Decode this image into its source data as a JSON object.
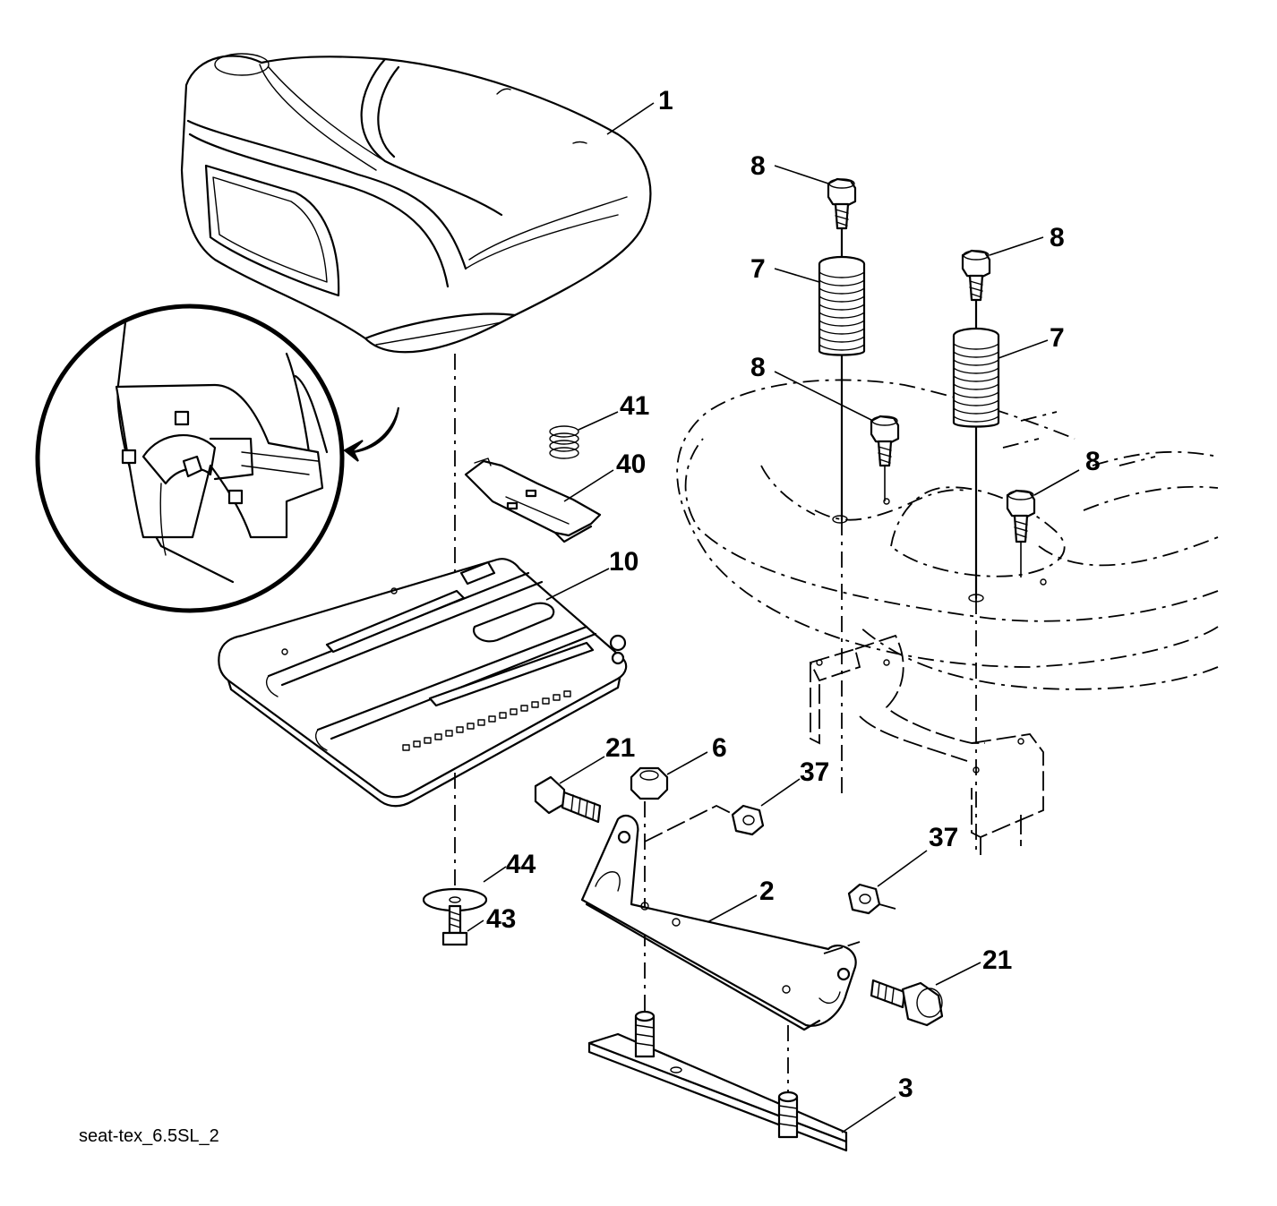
{
  "figure": {
    "caption": "seat-tex_6.5SL_2"
  },
  "callouts": [
    {
      "id": "c1",
      "label": "1"
    },
    {
      "id": "c8a",
      "label": "8"
    },
    {
      "id": "c7a",
      "label": "7"
    },
    {
      "id": "c8b",
      "label": "8"
    },
    {
      "id": "c7b",
      "label": "7"
    },
    {
      "id": "c8c",
      "label": "8"
    },
    {
      "id": "c8d",
      "label": "8"
    },
    {
      "id": "c41",
      "label": "41"
    },
    {
      "id": "c40",
      "label": "40"
    },
    {
      "id": "c10",
      "label": "10"
    },
    {
      "id": "c21a",
      "label": "21"
    },
    {
      "id": "c6",
      "label": "6"
    },
    {
      "id": "c37a",
      "label": "37"
    },
    {
      "id": "c37b",
      "label": "37"
    },
    {
      "id": "c44",
      "label": "44"
    },
    {
      "id": "c43",
      "label": "43"
    },
    {
      "id": "c2",
      "label": "2"
    },
    {
      "id": "c21b",
      "label": "21"
    },
    {
      "id": "c3",
      "label": "3"
    }
  ]
}
